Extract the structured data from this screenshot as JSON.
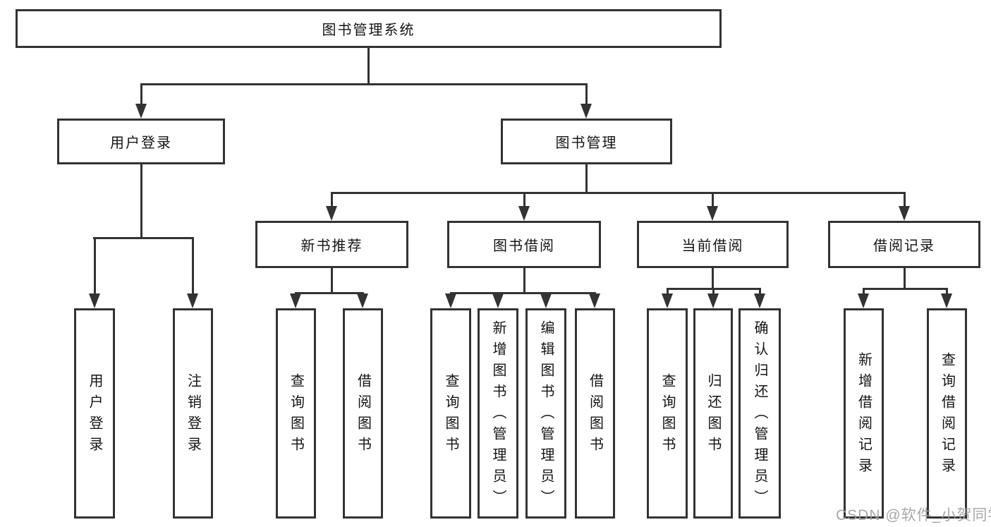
{
  "tree": {
    "label": "图书管理系统",
    "children": [
      {
        "label": "用户登录",
        "children": [
          {
            "label": "用户登录"
          },
          {
            "label": "注销登录"
          }
        ]
      },
      {
        "label": "图书管理",
        "children": [
          {
            "label": "新书推荐",
            "children": [
              {
                "label": "查询图书"
              },
              {
                "label": "借阅图书"
              }
            ]
          },
          {
            "label": "图书借阅",
            "children": [
              {
                "label": "查询图书"
              },
              {
                "label": "新增图书（管理员）"
              },
              {
                "label": "编辑图书（管理员）"
              },
              {
                "label": "借阅图书"
              }
            ]
          },
          {
            "label": "当前借阅",
            "children": [
              {
                "label": "查询图书"
              },
              {
                "label": "归还图书"
              },
              {
                "label": "确认归还（管理员）"
              }
            ]
          },
          {
            "label": "借阅记录",
            "children": [
              {
                "label": "新增借阅记录"
              },
              {
                "label": "查询借阅记录"
              }
            ]
          }
        ]
      }
    ]
  },
  "watermark": {
    "text": "CSDN @软件_小贺同学"
  },
  "colors": {
    "line": "#333333",
    "box_border": "#333333",
    "box_fill": "#ffffff",
    "text": "#151515",
    "watermark": "#9e9e9e",
    "background": "#ffffff"
  }
}
